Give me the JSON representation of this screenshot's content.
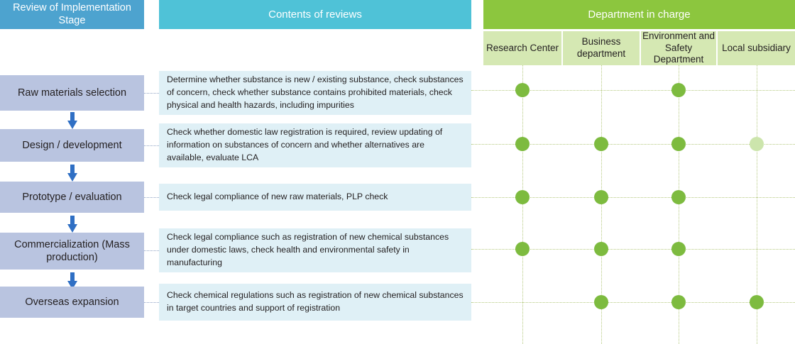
{
  "headers": {
    "stage": "Review of Implementation Stage",
    "contents": "Contents of reviews",
    "department": "Department in charge"
  },
  "departments": [
    {
      "label": "Research Center"
    },
    {
      "label": "Business department"
    },
    {
      "label": "Environment and Safety Department"
    },
    {
      "label": "Local subsidiary"
    }
  ],
  "rows": [
    {
      "stage": "Raw materials selection",
      "content": "Determine whether substance is new / existing substance, check substances of concern, check whether substance contains prohibited materials, check physical and health hazards, including impurities",
      "marks": [
        "full",
        "none",
        "full",
        "none"
      ]
    },
    {
      "stage": "Design / development",
      "content": "Check whether domestic law registration is required, review updating of information on substances of concern and whether alternatives are available, evaluate LCA",
      "marks": [
        "full",
        "full",
        "full",
        "pale"
      ]
    },
    {
      "stage": "Prototype / evaluation",
      "content": "Check legal compliance of new raw materials, PLP check",
      "marks": [
        "full",
        "full",
        "full",
        "none"
      ]
    },
    {
      "stage": "Commercialization (Mass production)",
      "content": "Check legal compliance such as registration of new chemical substances under domestic laws, check health and environmental safety in manufacturing",
      "marks": [
        "full",
        "full",
        "full",
        "none"
      ]
    },
    {
      "stage": "Overseas expansion",
      "content": "Check chemical regulations such as registration of new chemical substances in target countries and support of registration",
      "marks": [
        "none",
        "full",
        "full",
        "full"
      ]
    }
  ],
  "colors": {
    "stage_header": "#4da3cf",
    "contents_header": "#4fc2d7",
    "dept_header": "#8cc63e",
    "dept_sub": "#d5e8b3",
    "stage_box": "#b9c4e0",
    "content_box": "#dff0f6",
    "dot": "#7dbb3f",
    "dot_pale": "#cce5ac",
    "arrow": "#2f6fc4"
  }
}
